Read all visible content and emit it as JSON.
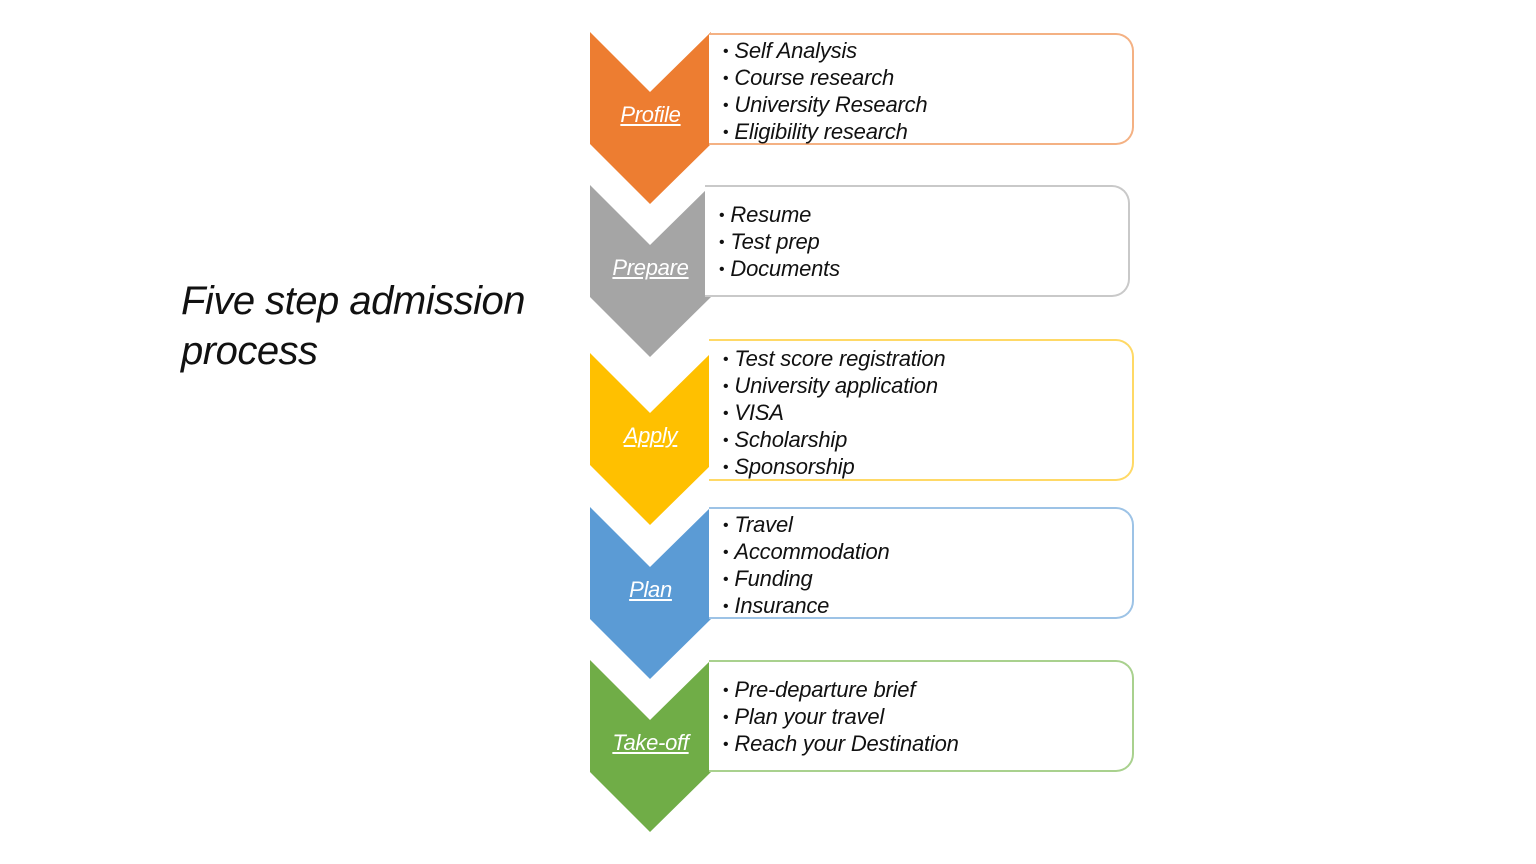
{
  "title_lines": [
    "Five step admission",
    "process"
  ],
  "steps": [
    {
      "label": "Profile",
      "color": "#ED7D31",
      "items": [
        "Self Analysis",
        "Course research",
        "University Research",
        "Eligibility research"
      ]
    },
    {
      "label": "Prepare",
      "color": "#A5A5A5",
      "items": [
        "Resume",
        "Test prep",
        "Documents"
      ]
    },
    {
      "label": "Apply",
      "color": "#FFC000",
      "items": [
        "Test score registration",
        "University application",
        "VISA",
        "Scholarship",
        "Sponsorship"
      ]
    },
    {
      "label": "Plan",
      "color": "#5B9BD5",
      "items": [
        "Travel",
        "Accommodation",
        "Funding",
        "Insurance"
      ]
    },
    {
      "label": "Take-off",
      "color": "#70AD47",
      "items": [
        "Pre-departure brief",
        "Plan your travel",
        "Reach your Destination"
      ]
    }
  ]
}
